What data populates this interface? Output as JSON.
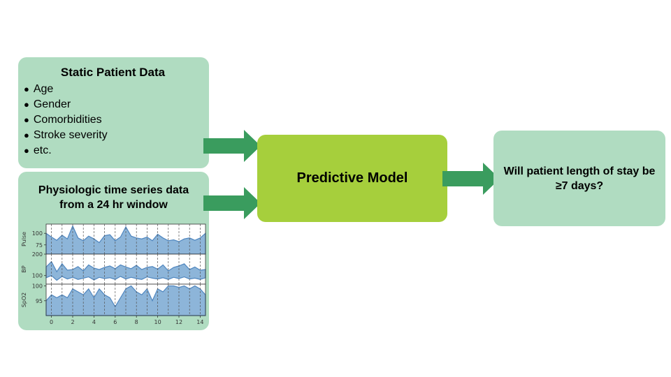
{
  "static_box": {
    "title": "Static Patient Data",
    "items": [
      "Age",
      "Gender",
      "Comorbidities",
      "Stroke severity",
      "etc."
    ]
  },
  "timeseries_box": {
    "title_line1": "Physiologic time series data",
    "title_line2": "from a 24 hr window"
  },
  "model_box": {
    "label": "Predictive Model"
  },
  "output_box": {
    "label": "Will patient length of stay be ≥7 days?"
  },
  "colors": {
    "box_light": "#b0dcc1",
    "box_model": "#a6cf3c",
    "arrow": "#3a9c5e",
    "series_fill": "#8db5d9",
    "series_line": "#4f86bf"
  },
  "chart_data": {
    "type": "area",
    "x_ticks": [
      "0",
      "2",
      "4",
      "6",
      "8",
      "10",
      "12",
      "14"
    ],
    "xlim": [
      -0.5,
      14.5
    ],
    "grid": "vertical dashed",
    "panels": [
      {
        "ylabel": "Pulse",
        "yticks": [
          "100",
          "75"
        ],
        "ylim": [
          55,
          120
        ],
        "x": [
          -0.5,
          0,
          0.5,
          1,
          1.5,
          2,
          2.5,
          3,
          3.5,
          4,
          4.5,
          5,
          5.5,
          6,
          6.5,
          7,
          7.5,
          8,
          8.5,
          9,
          9.5,
          10,
          10.5,
          11,
          11.5,
          12,
          12.5,
          13,
          13.5,
          14,
          14.5
        ],
        "values": [
          100,
          92,
          85,
          96,
          88,
          116,
          90,
          84,
          94,
          88,
          80,
          95,
          97,
          84,
          92,
          114,
          94,
          90,
          88,
          92,
          84,
          98,
          90,
          84,
          86,
          82,
          88,
          90,
          85,
          90,
          100
        ]
      },
      {
        "ylabel": "BP",
        "yticks": [
          "200",
          "100"
        ],
        "ylim": [
          60,
          200
        ],
        "x": [
          -0.5,
          0,
          0.5,
          1,
          1.5,
          2,
          2.5,
          3,
          3.5,
          4,
          4.5,
          5,
          5.5,
          6,
          6.5,
          7,
          7.5,
          8,
          8.5,
          9,
          9.5,
          10,
          10.5,
          11,
          11.5,
          12,
          12.5,
          13,
          13.5,
          14,
          14.5
        ],
        "values": [
          140,
          165,
          118,
          155,
          125,
          128,
          142,
          122,
          150,
          135,
          128,
          138,
          145,
          132,
          150,
          140,
          132,
          148,
          128,
          138,
          142,
          130,
          150,
          122,
          138,
          145,
          155,
          128,
          140,
          125,
          128
        ],
        "lower": [
          90,
          100,
          78,
          96,
          84,
          92,
          82,
          88,
          94,
          80,
          92,
          86,
          90,
          82,
          96,
          84,
          92,
          86,
          82,
          94,
          88,
          84,
          90,
          82,
          92,
          86,
          94,
          84,
          88,
          82,
          90
        ]
      },
      {
        "ylabel": "SpO2",
        "yticks": [
          "100",
          "95"
        ],
        "ylim": [
          90,
          100.6
        ],
        "x": [
          -0.5,
          0,
          0.5,
          1,
          1.5,
          2,
          2.5,
          3,
          3.5,
          4,
          4.5,
          5,
          5.5,
          6,
          6.5,
          7,
          7.5,
          8,
          8.5,
          9,
          9.5,
          10,
          10.5,
          11,
          11.5,
          12,
          12.5,
          13,
          13.5,
          14,
          14.5
        ],
        "values": [
          95,
          97,
          96,
          97,
          96,
          99,
          98,
          97,
          99,
          96,
          99,
          97,
          96,
          93,
          96,
          99,
          100,
          98,
          97,
          99,
          95,
          99,
          98,
          100,
          100,
          99.5,
          100,
          99,
          100,
          99,
          97
        ]
      }
    ]
  }
}
